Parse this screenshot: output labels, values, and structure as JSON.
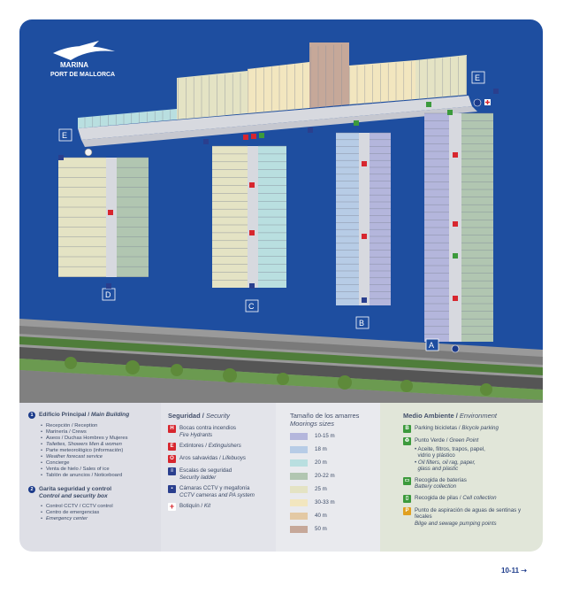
{
  "logo": {
    "line1": "MARINA",
    "line2": "PORT DE MALLORCA"
  },
  "piers": [
    {
      "label": "A"
    },
    {
      "label": "B"
    },
    {
      "label": "C"
    },
    {
      "label": "D"
    },
    {
      "label": "E"
    },
    {
      "label": "E"
    }
  ],
  "legend": {
    "main": {
      "title": "Edificio Principal /",
      "title_en": "Main Building",
      "items": [
        "Recepción / Reception",
        "Marinería / Crews",
        "Aseos / Duchas Hombres y Mujeres",
        "Toilettes, Showers Men & women",
        "Parte meteorológico (información)",
        "Weather forecast service",
        "Concierge",
        "Venta de hielo / Sales of ice",
        "Tablón de anuncios / Noticeboard"
      ]
    },
    "guard": {
      "title": "Garita seguridad y control",
      "title_en": "Control and security box",
      "items": [
        "Control CCTV / CCTV control",
        "Centro de emergencias",
        "Emergency center"
      ]
    },
    "security": {
      "title": "Seguridad /",
      "title_en": "Security",
      "items": [
        {
          "es": "Bocas contra incendios",
          "en": "Fire Hydrants",
          "color": "#d7262e"
        },
        {
          "es": "Extintores /",
          "en": "Extinguishers",
          "color": "#d7262e"
        },
        {
          "es": "Aros salvavidas /",
          "en": "Lifebuoys",
          "color": "#d7262e"
        },
        {
          "es": "Escalas de seguridad",
          "en": "Security ladder",
          "color": "#2a3f8e"
        },
        {
          "es": "Cámaras CCTV y megafonía",
          "en": "CCTV cameras and PA system",
          "color": "#2a3f8e"
        },
        {
          "es": "Botiquín /",
          "en": "Kit",
          "color": "#d7262e"
        }
      ]
    },
    "sizes": {
      "title": "Tamaño de los amarres",
      "title_en": "Moorings sizes",
      "items": [
        {
          "label": "10-15 m",
          "color": "#b4b6dc"
        },
        {
          "label": "18 m",
          "color": "#b7cce6"
        },
        {
          "label": "20 m",
          "color": "#b9dfe0"
        },
        {
          "label": "20-22 m",
          "color": "#b1c6b1"
        },
        {
          "label": "25 m",
          "color": "#e4e3c4"
        },
        {
          "label": "30-33 m",
          "color": "#f2e6bf"
        },
        {
          "label": "40 m",
          "color": "#e3c9a4"
        },
        {
          "label": "50 m",
          "color": "#c6a899"
        }
      ]
    },
    "env": {
      "title": "Medio Ambiente /",
      "title_en": "Environment",
      "items": [
        {
          "es": "Parking bicicletas /",
          "en": "Bicycle parking",
          "color": "#3c9a3c"
        },
        {
          "es": "Punto Verde /",
          "en": "Green Point",
          "color": "#3c9a3c"
        },
        {
          "es": "Recogida de baterías",
          "en": "Battery collection",
          "color": "#3c9a3c"
        },
        {
          "es": "Recogida de pilas /",
          "en": "Cell collection",
          "color": "#3c9a3c"
        },
        {
          "es": "Punto de aspiración de aguas de sentinas y fecales",
          "en": "Bilge and sewage pumping points",
          "color": "#e0a020"
        }
      ],
      "green_sub": [
        "Aceite, filtros, trapos, papel,",
        "vidrio y plástico",
        "Oil filters, oil rag, paper,",
        "glass and plastic"
      ]
    }
  },
  "page": "10-11"
}
